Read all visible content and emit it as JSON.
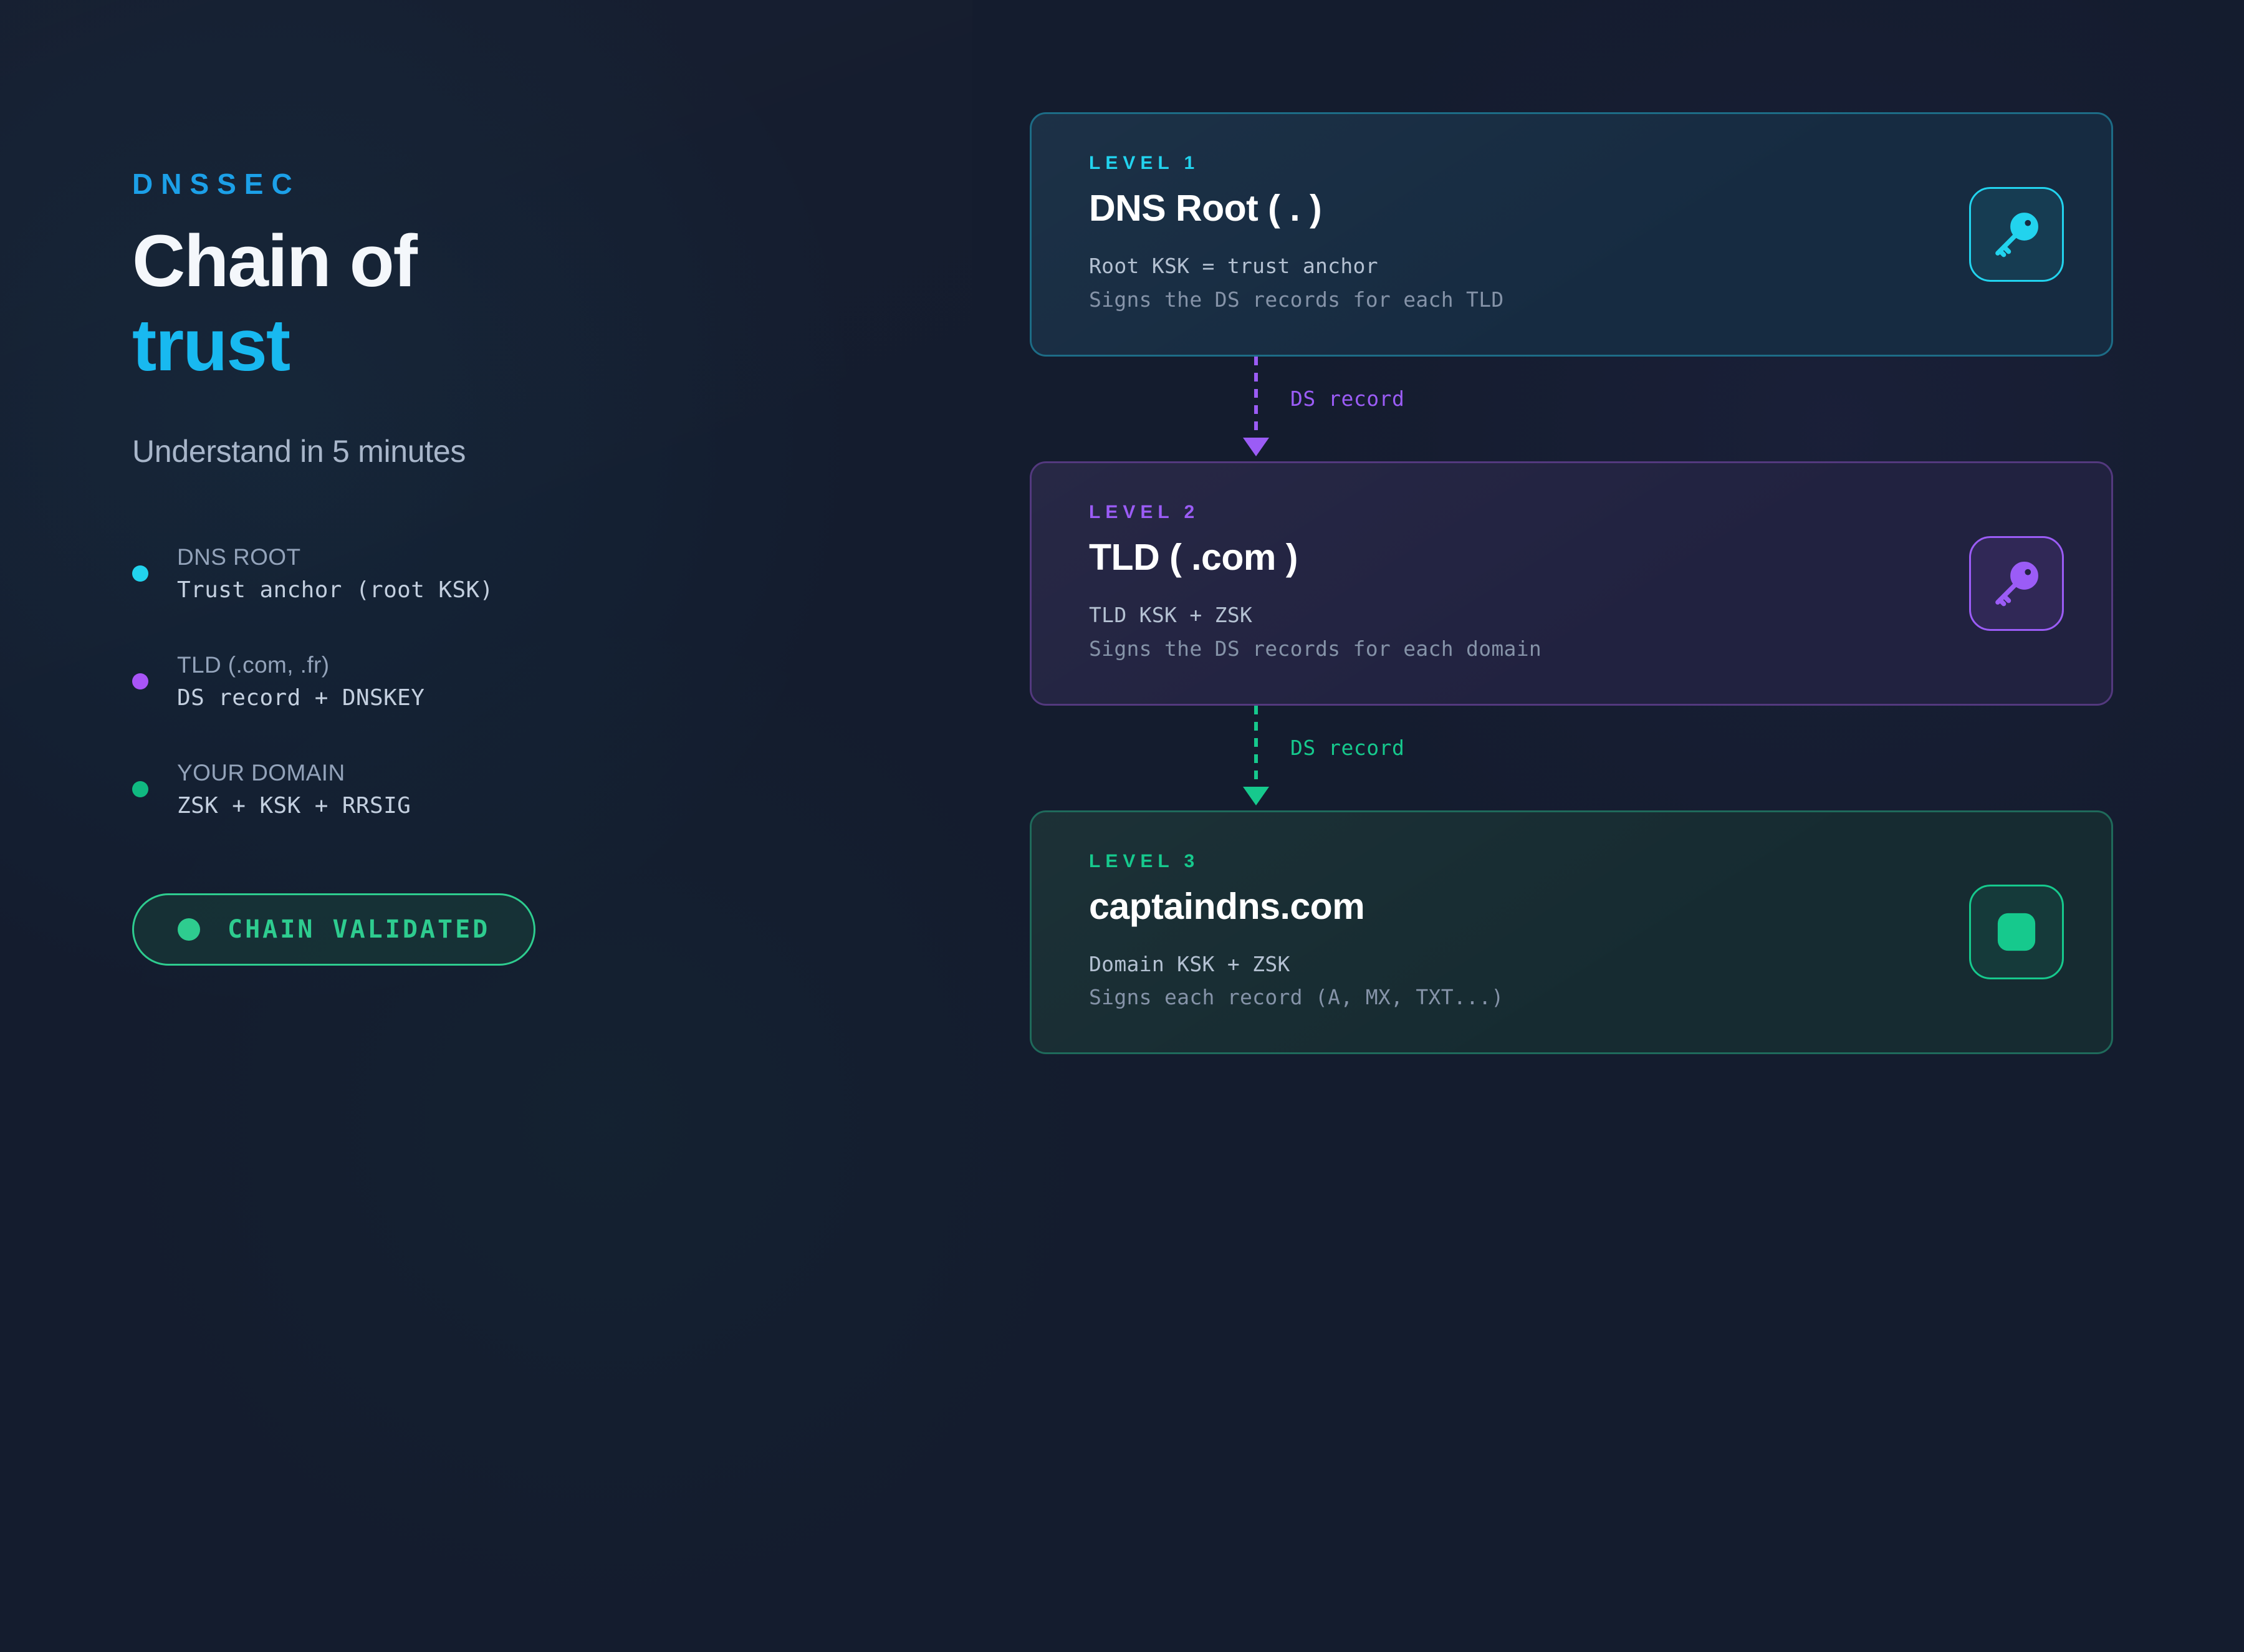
{
  "hero": {
    "eyebrow": "DNSSEC",
    "headline_line1": "Chain of",
    "headline_line2": "trust",
    "subhead": "Understand in 5 minutes",
    "accent_color": "#18b9f0"
  },
  "facts": [
    {
      "dot_color": "#22d3ee",
      "label": "DNS ROOT",
      "value": "Trust anchor (root KSK)"
    },
    {
      "dot_color": "#a855f7",
      "label": "TLD (.com, .fr)",
      "value": "DS record + DNSKEY"
    },
    {
      "dot_color": "#10b981",
      "label": "YOUR DOMAIN",
      "value": "ZSK + KSK + RRSIG"
    }
  ],
  "status_pill": {
    "text": "CHAIN VALIDATED",
    "color": "#2ecc8f"
  },
  "chain": {
    "cards": [
      {
        "level": "LEVEL 1",
        "title": "DNS Root ( . )",
        "meta_primary": "Root KSK = trust anchor",
        "meta_secondary": "Signs the DS records for each TLD",
        "icon": "key-icon",
        "accent_color": "#22d3ee"
      },
      {
        "level": "LEVEL 2",
        "title": "TLD ( .com )",
        "meta_primary": "TLD KSK + ZSK",
        "meta_secondary": "Signs the DS records for each domain",
        "icon": "key-icon",
        "accent_color": "#9b5cf6"
      },
      {
        "level": "LEVEL 3",
        "title": "captaindns.com",
        "meta_primary": "Domain KSK + ZSK",
        "meta_secondary": "Signs each record (A, MX, TXT...)",
        "icon": "rounded-square-icon",
        "accent_color": "#16c98d"
      }
    ],
    "connectors": [
      {
        "label": "DS record",
        "color": "#9b5cf6"
      },
      {
        "label": "DS record",
        "color": "#16c98d"
      }
    ]
  }
}
